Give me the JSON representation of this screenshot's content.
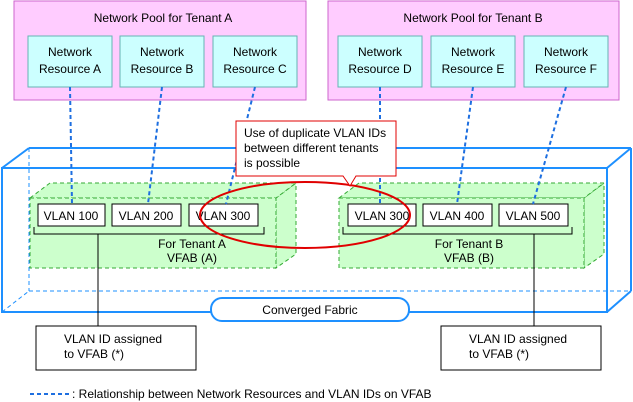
{
  "colors": {
    "pool_fill": "#ffccff",
    "pool_stroke": "#cc66cc",
    "resource_fill": "#ccffff",
    "resource_stroke": "#66b3b3",
    "vfab_fill": "#ccffcc",
    "vfab_stroke": "#33aa33",
    "fabric_stroke": "#1e90ff",
    "dashed_link": "#1e6fe0",
    "callout_ellipse": "#e00000"
  },
  "pools": [
    {
      "title": "Network Pool for Tenant A",
      "resources": [
        {
          "line1": "Network",
          "line2": "Resource A"
        },
        {
          "line1": "Network",
          "line2": "Resource B"
        },
        {
          "line1": "Network",
          "line2": "Resource C"
        }
      ]
    },
    {
      "title": "Network Pool for Tenant B",
      "resources": [
        {
          "line1": "Network",
          "line2": "Resource D"
        },
        {
          "line1": "Network",
          "line2": "Resource E"
        },
        {
          "line1": "Network",
          "line2": "Resource F"
        }
      ]
    }
  ],
  "vfabs": [
    {
      "vlans": [
        "VLAN 100",
        "VLAN 200",
        "VLAN 300"
      ],
      "tenant_label": "For Tenant A",
      "vfab_label": "VFAB (A)"
    },
    {
      "vlans": [
        "VLAN 300",
        "VLAN 400",
        "VLAN 500"
      ],
      "tenant_label": "For Tenant B",
      "vfab_label": "VFAB (B)"
    }
  ],
  "fabric_label": "Converged Fabric",
  "callout": {
    "line1": "Use of duplicate VLAN IDs",
    "line2": "between different tenants",
    "line3": "is possible"
  },
  "notes": [
    {
      "line1": "VLAN ID assigned",
      "line2": "to VFAB (*)"
    },
    {
      "line1": "VLAN ID assigned",
      "line2": "to VFAB (*)"
    }
  ],
  "legend": {
    "text": ": Relationship between Network Resources and VLAN IDs on VFAB"
  }
}
